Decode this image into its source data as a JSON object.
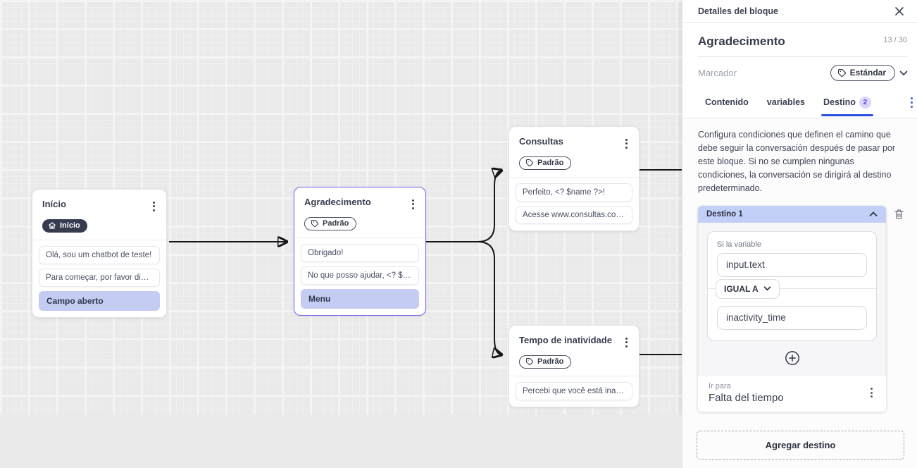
{
  "canvas": {
    "nodes": [
      {
        "title": "Início",
        "badge": {
          "style": "dark",
          "icon": "home-icon",
          "label": "Início"
        },
        "rows": [
          {
            "type": "message",
            "text": "Olá, sou um chatbot de teste!"
          },
          {
            "type": "message",
            "text": "Para começar, por favor digite o ..."
          },
          {
            "type": "action",
            "text": "Campo aberto"
          }
        ]
      },
      {
        "title": "Agradecimento",
        "selected": true,
        "badge": {
          "style": "outline",
          "icon": "tag-icon",
          "label": "Padrão"
        },
        "rows": [
          {
            "type": "message",
            "text": "Obrigado!"
          },
          {
            "type": "message",
            "text": "No que posso ajudar, <? $name ..."
          },
          {
            "type": "action",
            "text": "Menu"
          }
        ]
      },
      {
        "title": "Consultas",
        "badge": {
          "style": "outline",
          "icon": "tag-icon",
          "label": "Padrão"
        },
        "rows": [
          {
            "type": "message",
            "text": "Perfeito, <? $name ?>!"
          },
          {
            "type": "message",
            "text": "Acesse www.consultas.com par..."
          }
        ]
      },
      {
        "title": "Tempo de inatividade",
        "badge": {
          "style": "outline",
          "icon": "tag-icon",
          "label": "Padrão"
        },
        "rows": [
          {
            "type": "message",
            "text": "Percebi que você está inativo. C..."
          }
        ]
      }
    ]
  },
  "panel": {
    "header": {
      "title": "Detalles del bloque"
    },
    "block": {
      "name": "Agradecimento",
      "counter": "13 / 30"
    },
    "marker": {
      "label": "Marcador",
      "value": "Estándar"
    },
    "tabs": [
      {
        "label": "Contenido",
        "active": false
      },
      {
        "label": "variables",
        "active": false
      },
      {
        "label": "Destino",
        "badge": "2",
        "active": true
      }
    ],
    "description": "Configura condiciones que definen el camino que debe seguir la conversación después de pasar por este bloque. Si no se cumplen ningunas condiciones, la conversación se dirigirá al destino predeterminado.",
    "destination": {
      "title": "Destino 1",
      "condition": {
        "label": "Si la variable",
        "variable": "input.text",
        "operator": "IGUAL A",
        "value": "inactivity_time"
      },
      "go_to": {
        "label": "Ir para",
        "value": "Falta del tiempo"
      }
    },
    "add_button_label": "Agregar destino"
  },
  "colors": {
    "accent_blue": "#2b50dd",
    "selection_purple": "#7765f2",
    "action_row_lavender": "#c5ccf1",
    "destination_header": "#c2cff7",
    "dark_pill": "#363b50",
    "edge_black": "#15161a"
  }
}
